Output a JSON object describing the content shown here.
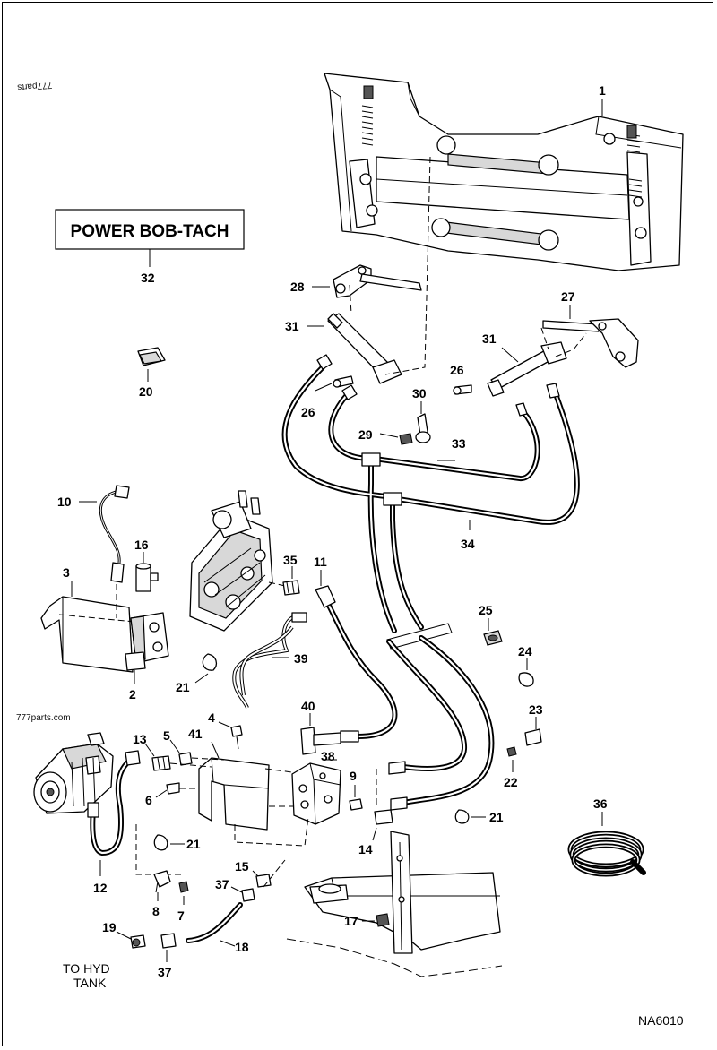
{
  "title_box": "POWER BOB-TACH",
  "watermark_top": "777parts",
  "watermark_side": "777parts.com",
  "figure_code": "NA6010",
  "to_tank_line1": "TO HYD",
  "to_tank_line2": "TANK",
  "callouts": {
    "c1": "1",
    "c2": "2",
    "c3": "3",
    "c4": "4",
    "c5": "5",
    "c6": "6",
    "c7": "7",
    "c8": "8",
    "c9": "9",
    "c10": "10",
    "c11": "11",
    "c12": "12",
    "c13": "13",
    "c14": "14",
    "c15": "15",
    "c16": "16",
    "c17": "17",
    "c18": "18",
    "c19": "19",
    "c20": "20",
    "c21a": "21",
    "c21b": "21",
    "c21c": "21",
    "c22": "22",
    "c23": "23",
    "c24": "24",
    "c25": "25",
    "c26a": "26",
    "c26b": "26",
    "c27": "27",
    "c28": "28",
    "c29": "29",
    "c30": "30",
    "c31a": "31",
    "c31b": "31",
    "c32": "32",
    "c33": "33",
    "c34": "34",
    "c35": "35",
    "c36": "36",
    "c37a": "37",
    "c37b": "37",
    "c38": "38",
    "c39": "39",
    "c40": "40",
    "c41": "41"
  }
}
